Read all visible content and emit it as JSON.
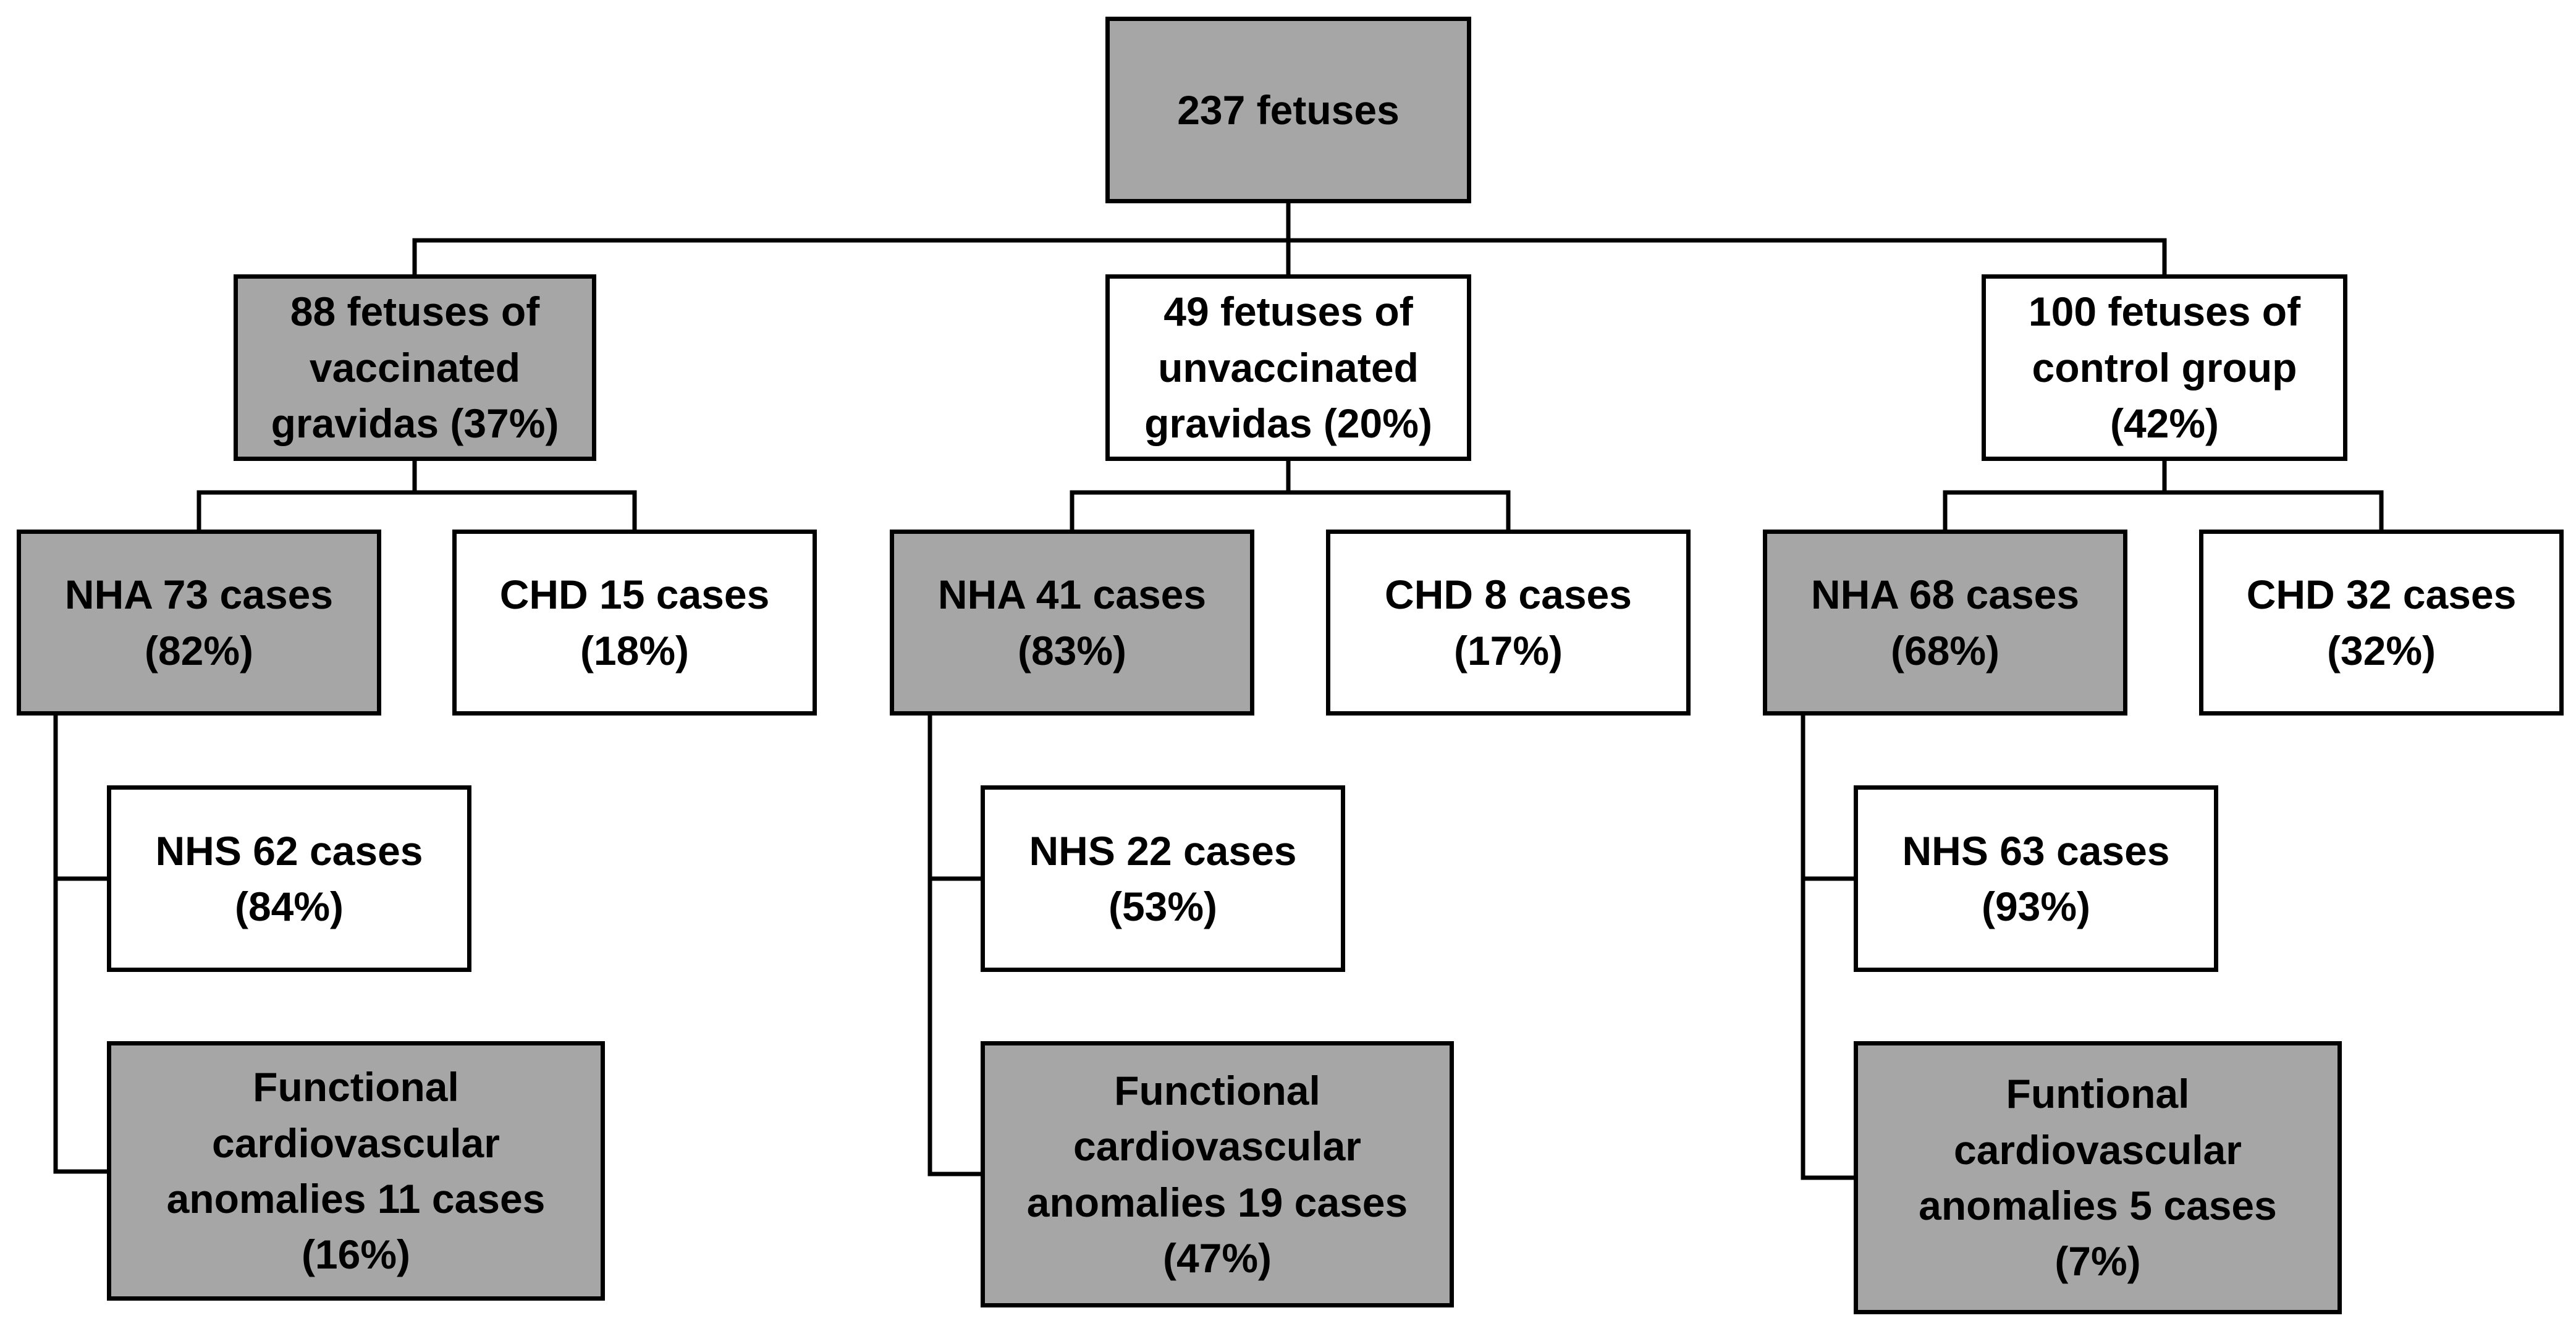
{
  "colors": {
    "shaded_box": "#a6a6a6",
    "plain_box": "#ffffff",
    "line": "#000000"
  },
  "root": {
    "text": "237 fetuses"
  },
  "groups": [
    {
      "title": "88 fetuses of\nvaccinated\ngravidas (37%)",
      "nha": "NHA 73 cases\n(82%)",
      "chd": "CHD 15 cases\n(18%)",
      "nhs": "NHS 62 cases\n(84%)",
      "functional": "Functional\ncardiovascular\nanomalies 11 cases\n(16%)"
    },
    {
      "title": "49 fetuses of\nunvaccinated\ngravidas (20%)",
      "nha": "NHA 41 cases\n(83%)",
      "chd": "CHD 8 cases\n(17%)",
      "nhs": "NHS 22 cases\n(53%)",
      "functional": "Functional\ncardiovascular\nanomalies 19 cases\n(47%)"
    },
    {
      "title": "100 fetuses of\ncontrol group\n(42%)",
      "nha": "NHA 68 cases\n(68%)",
      "chd": "CHD 32 cases\n(32%)",
      "nhs": "NHS 63 cases\n(93%)",
      "functional": "Funtional\ncardiovascular\nanomalies 5 cases\n(7%)"
    }
  ]
}
